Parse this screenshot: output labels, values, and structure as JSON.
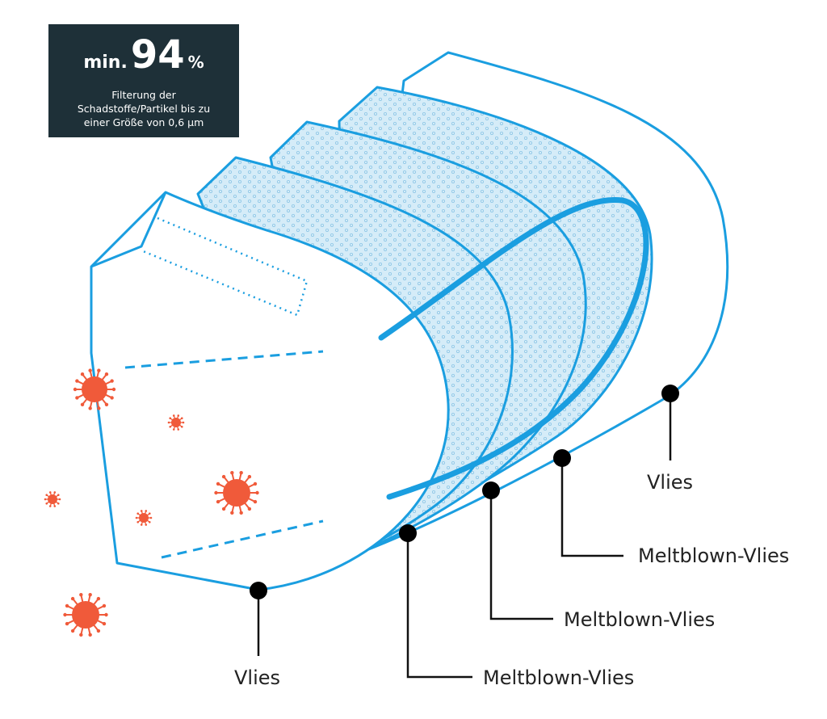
{
  "badge": {
    "prefix": "min.",
    "value": "94",
    "unit": "%",
    "description_lines": [
      "Filterung der",
      "Schadstoffe/Partikel bis zu",
      "einer Größe von 0,6 µm"
    ]
  },
  "layers": [
    {
      "label": "Vlies"
    },
    {
      "label": "Meltblown-Vlies"
    },
    {
      "label": "Meltblown-Vlies"
    },
    {
      "label": "Meltblown-Vlies"
    },
    {
      "label": "Vlies"
    }
  ],
  "colors": {
    "outline": "#1a9ee0",
    "fill": "#d5ecf8",
    "virus": "#f05a3a",
    "badge": "#1e3038"
  }
}
